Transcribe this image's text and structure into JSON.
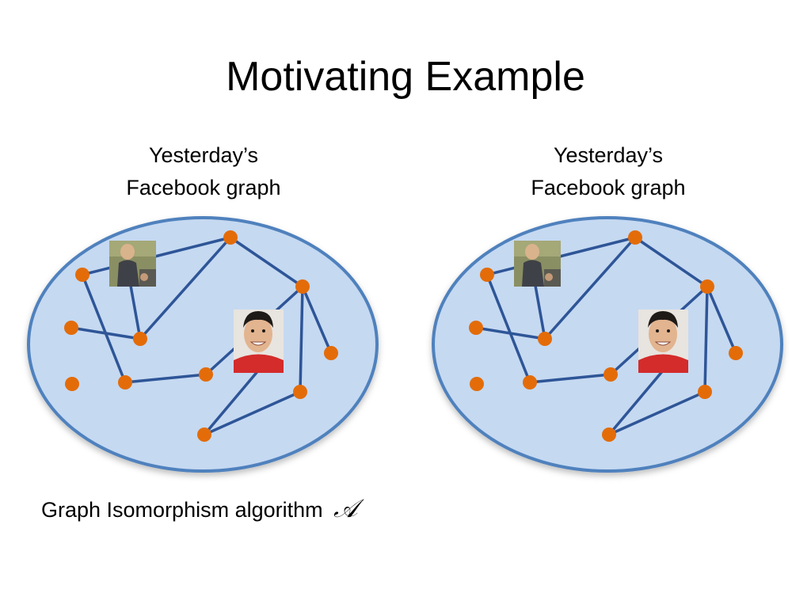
{
  "slide": {
    "title": "Motivating Example"
  },
  "graphs": [
    {
      "caption_line1": "Yesterday’s",
      "caption_line2": "Facebook graph"
    },
    {
      "caption_line1": "Yesterday’s",
      "caption_line2": "Facebook graph"
    }
  ],
  "algorithm": {
    "label": "Graph Isomorphism algorithm",
    "symbol": "𝒜"
  },
  "icons": {
    "photo_1": "person-photo-icon",
    "photo_2": "smiling-face-photo-icon"
  },
  "colors": {
    "ellipse_fill": "#c5d9f1",
    "ellipse_stroke": "#4f81bd",
    "edge": "#2e5597",
    "node": "#e36c09",
    "photo_shirt": "#d42b2b"
  }
}
